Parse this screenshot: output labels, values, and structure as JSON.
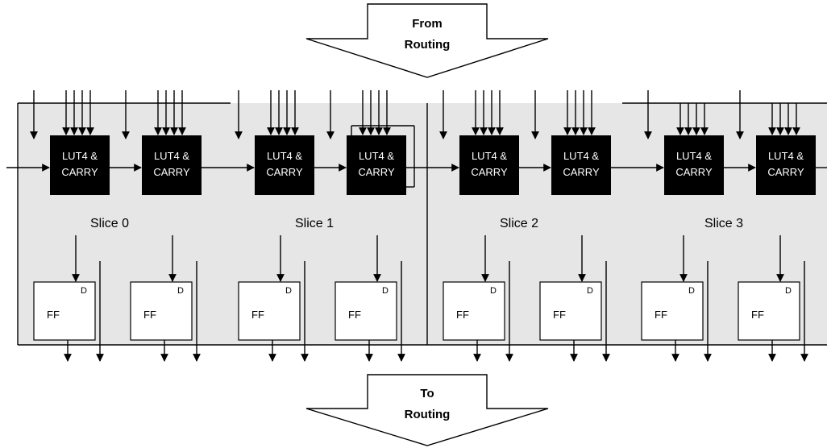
{
  "routing": {
    "from_line1": "From",
    "from_line2": "Routing",
    "to_line1": "To",
    "to_line2": "Routing"
  },
  "slices": [
    {
      "label": "Slice 0"
    },
    {
      "label": "Slice 1"
    },
    {
      "label": "Slice 2"
    },
    {
      "label": "Slice 3"
    }
  ],
  "lut": {
    "line1": "LUT4 &",
    "line2": "CARRY"
  },
  "ff": {
    "label": "FF",
    "pin": "D"
  },
  "colors": {
    "background_panel": "#e6e6e6",
    "lut_block": "#000000",
    "ff_block": "#ffffff",
    "line": "#000000"
  }
}
